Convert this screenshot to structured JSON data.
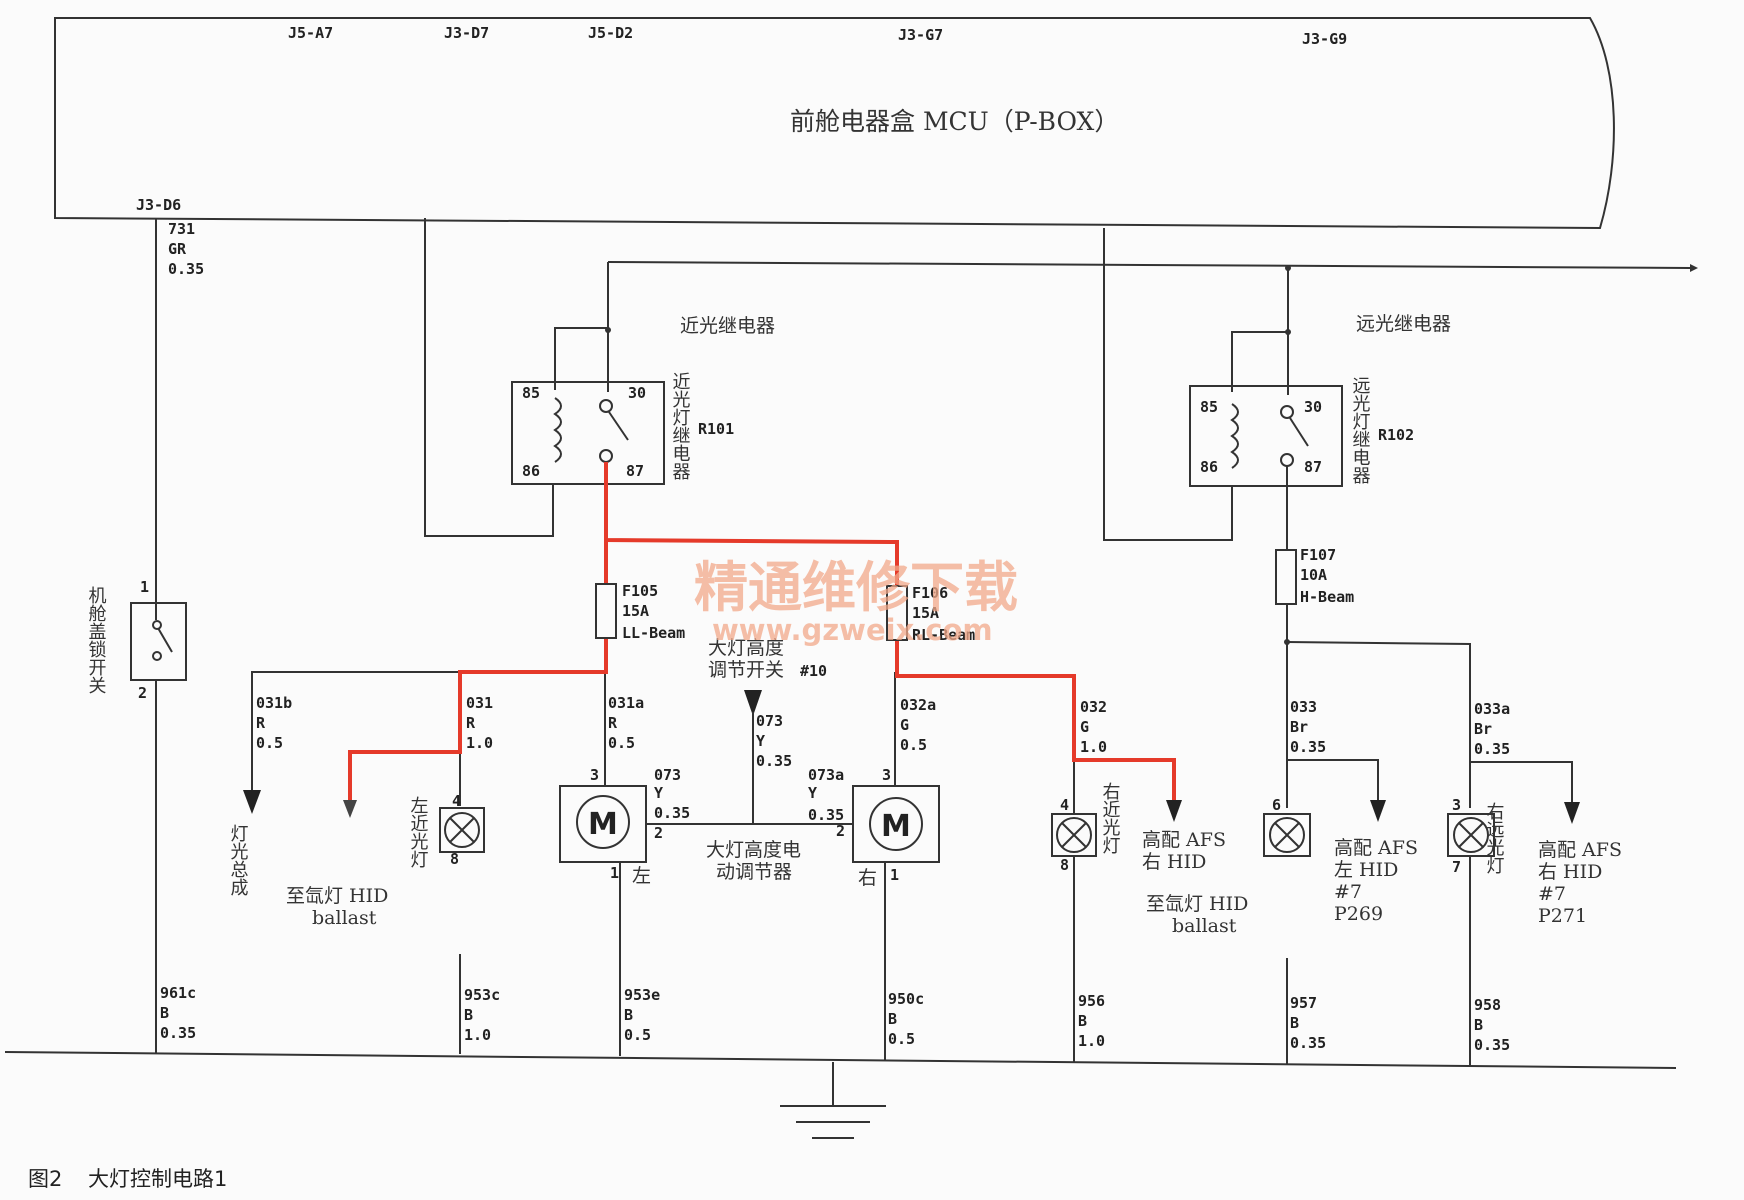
{
  "mcu": {
    "title": "前舱电器盒 MCU（P-BOX）",
    "pins": [
      "J5-A7",
      "J3-D7",
      "J5-D2",
      "J3-G7",
      "J3-G9"
    ],
    "left_pin": "J3-D6"
  },
  "wires": {
    "w731": [
      "731",
      "GR",
      "0.35"
    ],
    "w031b": [
      "031b",
      "R",
      "0.5"
    ],
    "w031": [
      "031",
      "R",
      "1.0"
    ],
    "w031a": [
      "031a",
      "R",
      "0.5"
    ],
    "w073": [
      "073",
      "Y",
      "0.35"
    ],
    "w073l": [
      "073",
      "Y",
      "0.35"
    ],
    "w073a": [
      "073a",
      "Y",
      "0.35"
    ],
    "w032a": [
      "032a",
      "G",
      "0.5"
    ],
    "w032": [
      "032",
      "G",
      "1.0"
    ],
    "w033": [
      "033",
      "Br",
      "0.35"
    ],
    "w033a": [
      "033a",
      "Br",
      "0.35"
    ],
    "g961c": [
      "961c",
      "B",
      "0.35"
    ],
    "g953c": [
      "953c",
      "B",
      "1.0"
    ],
    "g953e": [
      "953e",
      "B",
      "0.5"
    ],
    "g950c": [
      "950c",
      "B",
      "0.5"
    ],
    "g956": [
      "956",
      "B",
      "1.0"
    ],
    "g957": [
      "957",
      "B",
      "0.35"
    ],
    "g958": [
      "958",
      "B",
      "0.35"
    ]
  },
  "relays": {
    "low_title": "近光继电器",
    "low_vertical": "近光灯继电器",
    "low_id": "R101",
    "high_title": "远光继电器",
    "high_vertical": "远光灯继电器",
    "high_id": "R102",
    "pins": [
      "85",
      "30",
      "86",
      "87"
    ]
  },
  "fuses": {
    "f105": [
      "F105",
      "15A",
      "LL-Beam"
    ],
    "f106": [
      "F106",
      "15A",
      "RL-Beam"
    ],
    "f107": [
      "F107",
      "10A",
      "H-Beam"
    ]
  },
  "components": {
    "hood_switch": "机舱盖锁开关",
    "light_assembly": "灯光总成",
    "left_low_lamp": "左近光灯",
    "right_low_lamp": "右近光灯",
    "right_high_lamp": "右远光灯",
    "switch_label_1": "大灯高度",
    "switch_label_2": "调节开关",
    "switch_num": "#10",
    "motor_letter": "M",
    "motor_left": "左",
    "motor_right": "右",
    "motor_label_1": "大灯高度电",
    "motor_label_2": "动调节器",
    "left_hid_1": "至氙灯 HID",
    "left_hid_2": "ballast",
    "right_afs_1": "高配 AFS",
    "right_afs_2": "右 HID",
    "right_hid_1": "至氙灯 HID",
    "right_hid_2": "ballast",
    "left_afs_1": "高配 AFS",
    "left_afs_2": "左 HID",
    "left_afs_3": "#7",
    "left_afs_4": "P269",
    "right_afs2_1": "高配 AFS",
    "right_afs2_2": "右 HID",
    "right_afs2_3": "#7",
    "right_afs2_4": "P271"
  },
  "pin_numbers": {
    "sw1": "1",
    "sw2": "2",
    "lamp_l_top": "4",
    "lamp_l_bot": "8",
    "motor_l_3": "3",
    "motor_l_2": "2",
    "motor_l_1": "1",
    "motor_r_3": "3",
    "motor_r_2": "2",
    "motor_r_1": "1",
    "lamp_r_top": "4",
    "lamp_r_bot": "8",
    "hi_l_top": "6",
    "hi_r_top": "3",
    "hi_r_bot": "7"
  },
  "watermark": {
    "line1": "精通维修下载",
    "line2": "www.gzweix.com"
  },
  "caption": {
    "fig": "图2",
    "text": "大灯控制电路1"
  },
  "colors": {
    "wire": "#333333",
    "highlight": "#e53a2a",
    "watermark": "#f2a98a"
  }
}
